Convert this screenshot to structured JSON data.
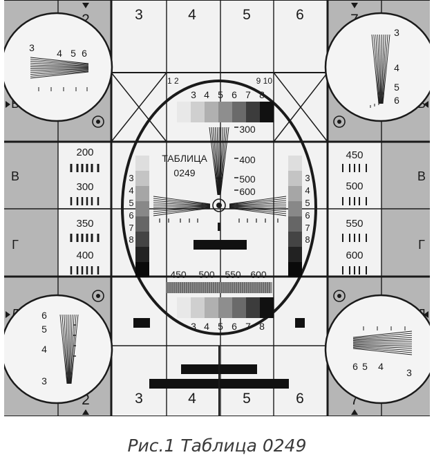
{
  "caption": "Рис.1 Таблица 0249",
  "chart": {
    "title_line1": "ТАБЛИЦА",
    "title_line2": "0249",
    "top_columns": [
      "2",
      "3",
      "4",
      "5",
      "6",
      "7"
    ],
    "bottom_columns": [
      "2",
      "3",
      "4",
      "5",
      "6",
      "7"
    ],
    "left_rows": [
      "Б",
      "В",
      "Г",
      "Д"
    ],
    "right_rows": [
      "Б",
      "В",
      "Г",
      "Д"
    ],
    "top_band_left": "1 2",
    "top_band_right": "9 10",
    "gray_scale_top_labels": [
      "3",
      "4",
      "5",
      "6",
      "7",
      "8"
    ],
    "gray_scale_bottom_labels": [
      "3",
      "4",
      "5",
      "6",
      "7",
      "8"
    ],
    "side_scale_labels": [
      "3",
      "4",
      "5",
      "6",
      "7",
      "8"
    ],
    "center_wedge_labels": [
      "300",
      "400",
      "500",
      "600"
    ],
    "bottom_line_labels": [
      "450",
      "500",
      "550",
      "600"
    ],
    "left_box_labels": [
      "200",
      "300",
      "350",
      "400"
    ],
    "right_box_labels": [
      "450",
      "500",
      "550",
      "600"
    ],
    "corner_tl_labels": [
      "3",
      "4",
      "5",
      "6"
    ],
    "corner_tr_labels": [
      "3",
      "4",
      "5",
      "6"
    ],
    "corner_bl_labels": [
      "6",
      "5",
      "4",
      "3"
    ],
    "corner_br_labels": [
      "6",
      "5",
      "4",
      "3"
    ]
  }
}
